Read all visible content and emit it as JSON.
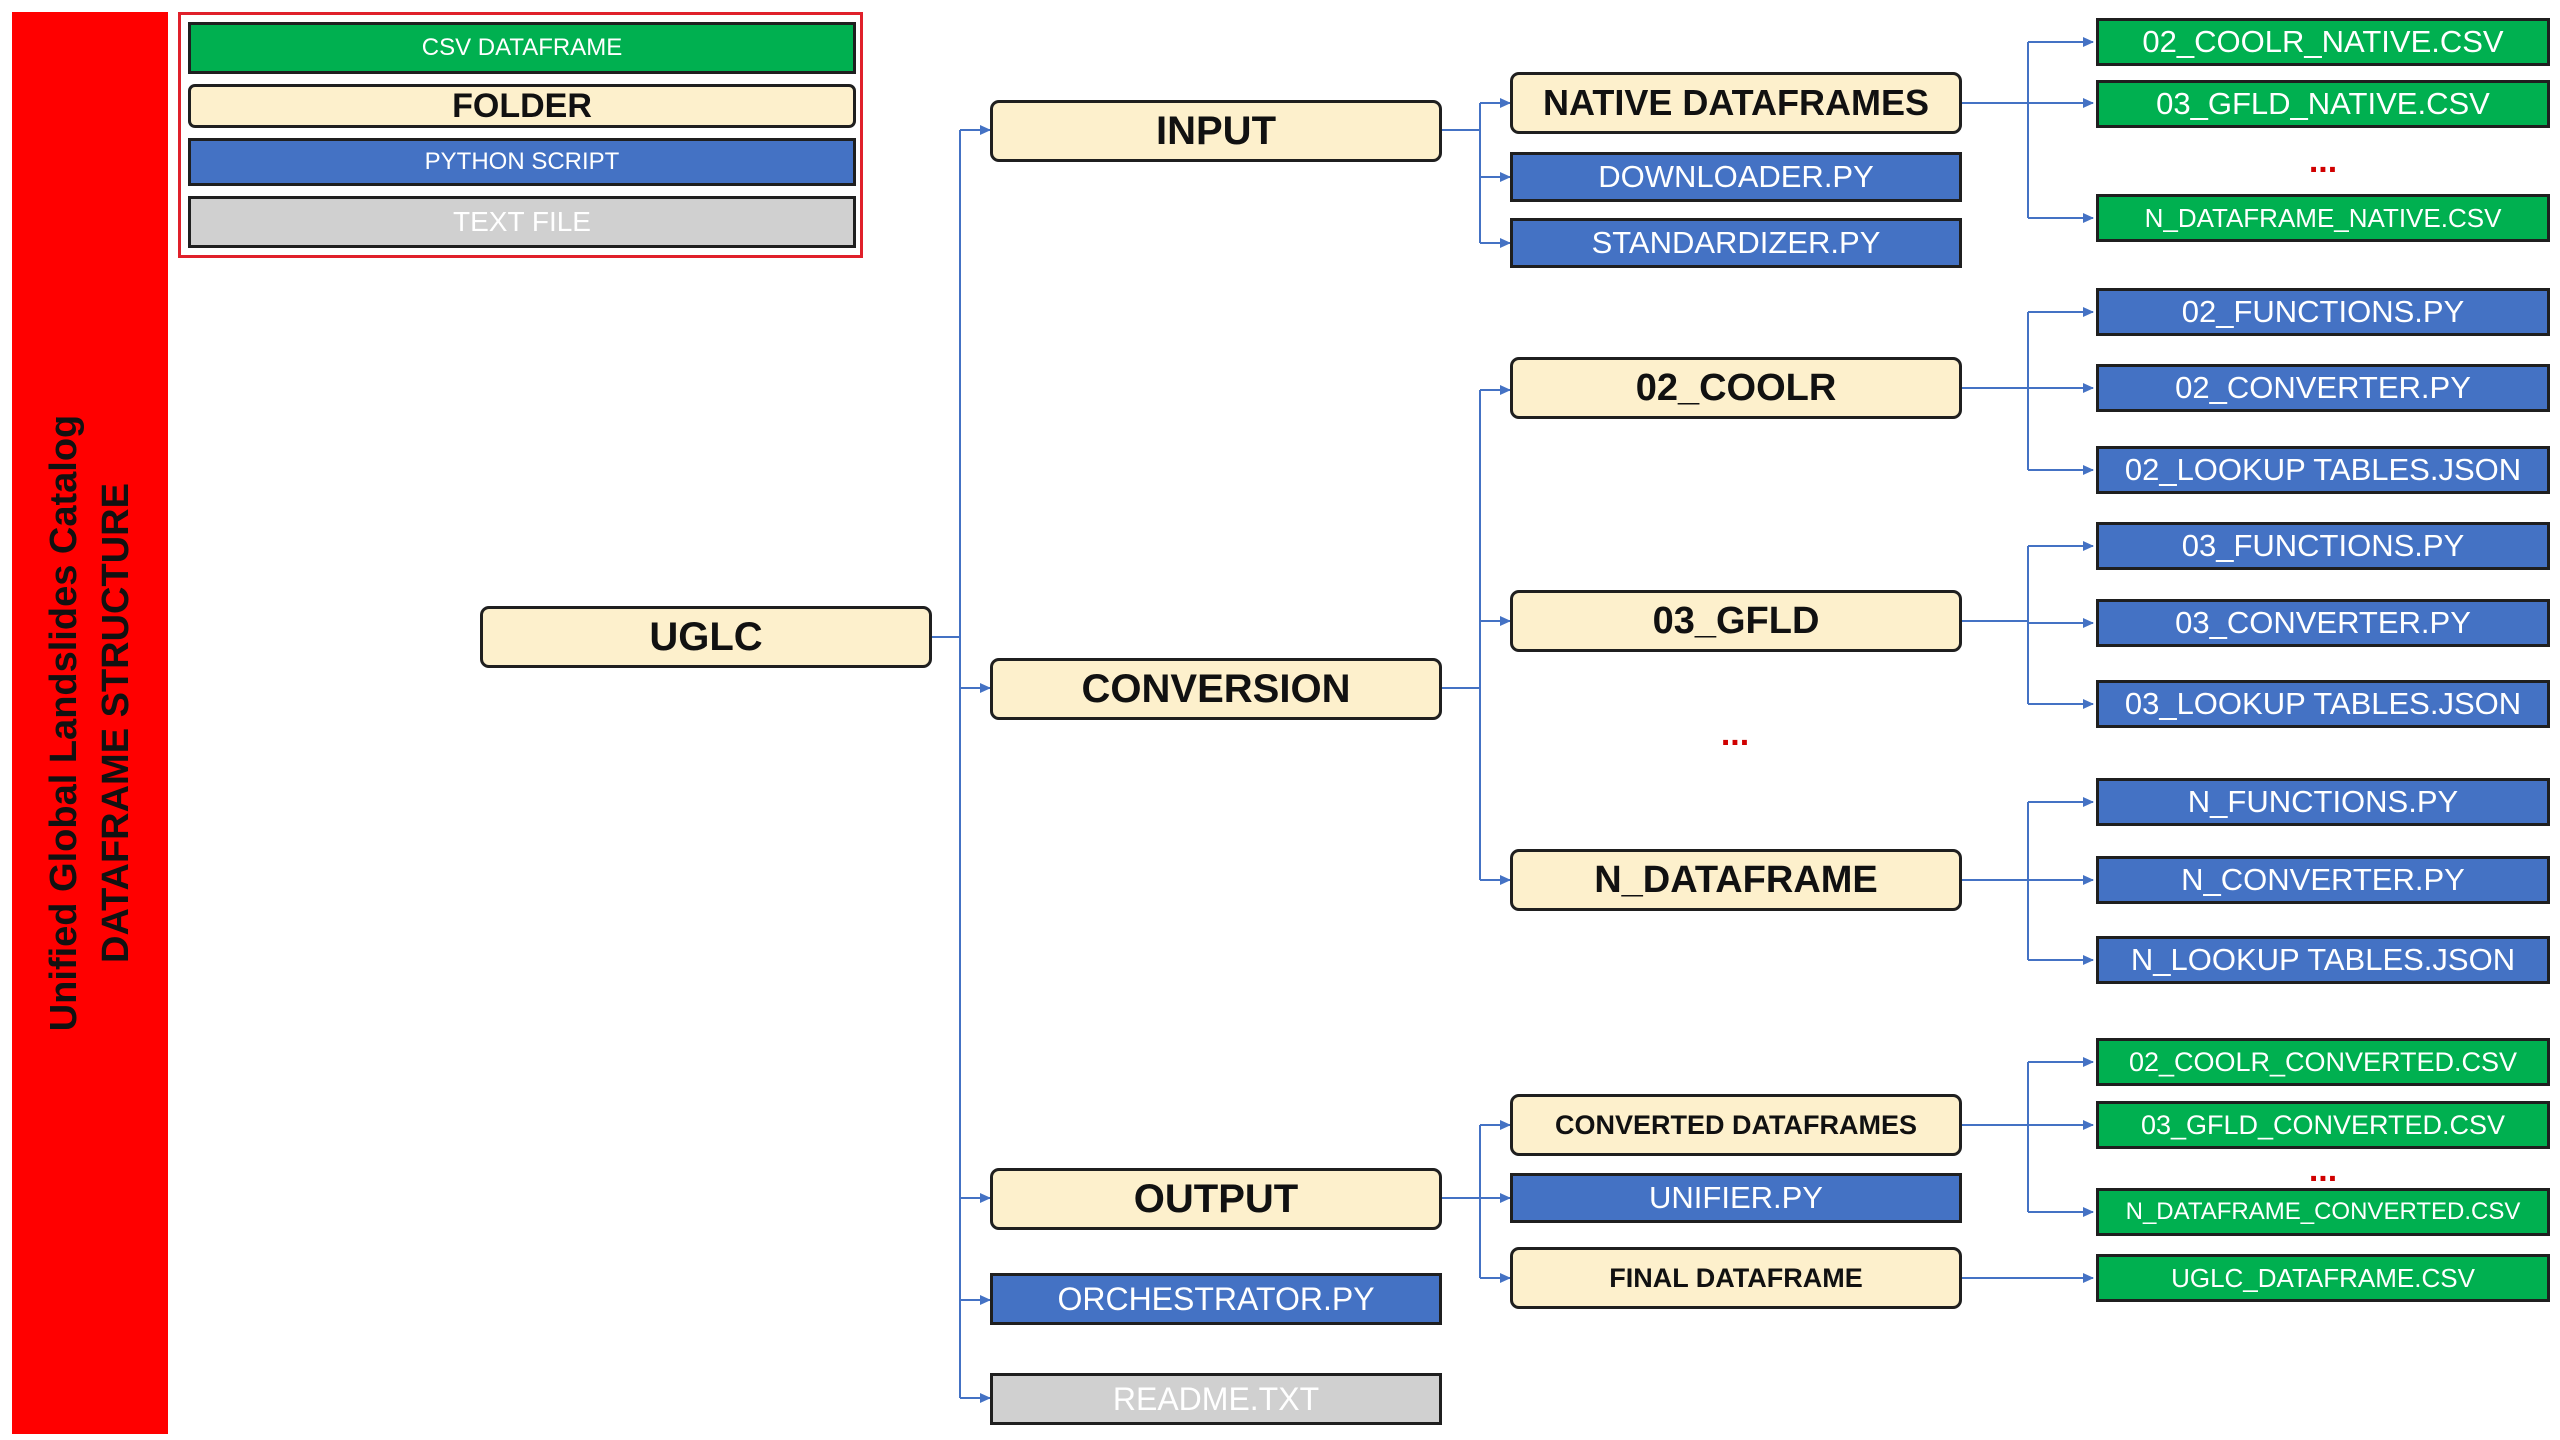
{
  "sidebar": {
    "title": "Unified Global Landslides Catalog",
    "subtitle": "DATAFRAME STRUCTURE",
    "color": "#ff0000"
  },
  "legend": {
    "csv": "CSV DATAFRAME",
    "folder": "FOLDER",
    "python": "PYTHON SCRIPT",
    "text": "TEXT FILE"
  },
  "colors": {
    "csv": "#00b050",
    "folder": "#fdf0cc",
    "python": "#4472c4",
    "text": "#d0d0d0",
    "connector": "#4472c4",
    "ellipsis": "#d00000"
  },
  "tree": {
    "root": "UGLC",
    "level1": {
      "input": "INPUT",
      "conversion": "CONVERSION",
      "output": "OUTPUT",
      "orchestrator": "ORCHESTRATOR.PY",
      "readme": "README.TXT"
    },
    "input": {
      "native": "NATIVE DATAFRAMES",
      "downloader": "DOWNLOADER.PY",
      "standardizer": "STANDARDIZER.PY",
      "native_files": [
        "02_COOLR_NATIVE.CSV",
        "03_GFLD_NATIVE.CSV",
        "N_DATAFRAME_NATIVE.CSV"
      ]
    },
    "conversion": {
      "coolr": "02_COOLR",
      "gfld": "03_GFLD",
      "ndf": "N_DATAFRAME",
      "coolr_files": [
        "02_FUNCTIONS.PY",
        "02_CONVERTER.PY",
        "02_LOOKUP TABLES.JSON"
      ],
      "gfld_files": [
        "03_FUNCTIONS.PY",
        "03_CONVERTER.PY",
        "03_LOOKUP TABLES.JSON"
      ],
      "ndf_files": [
        "N_FUNCTIONS.PY",
        "N_CONVERTER.PY",
        "N_LOOKUP TABLES.JSON"
      ]
    },
    "output": {
      "converted": "CONVERTED DATAFRAMES",
      "unifier": "UNIFIER.PY",
      "final": "FINAL DATAFRAME",
      "converted_files": [
        "02_COOLR_CONVERTED.CSV",
        "03_GFLD_CONVERTED.CSV",
        "N_DATAFRAME_CONVERTED.CSV"
      ],
      "final_file": "UGLC_DATAFRAME.CSV"
    },
    "ellipsis": "..."
  }
}
